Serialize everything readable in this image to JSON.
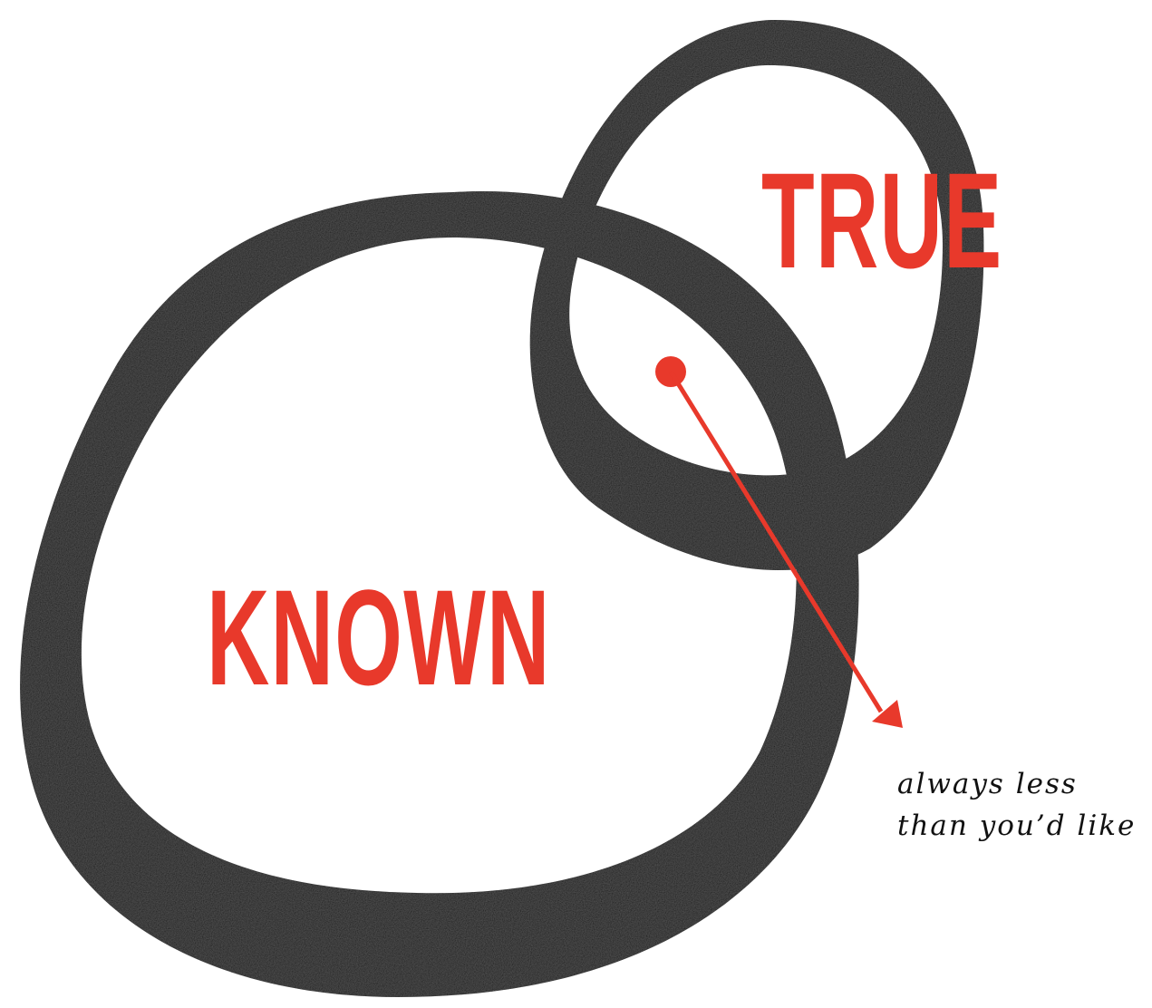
{
  "diagram": {
    "label_true": "TRUE",
    "label_known": "KNOWN",
    "caption_line1": "always less",
    "caption_line2": "than you’d like"
  },
  "colors": {
    "accent_red": "#e8392b",
    "ring_ink": "#141414",
    "background": "#ffffff",
    "caption_text": "#111111"
  }
}
